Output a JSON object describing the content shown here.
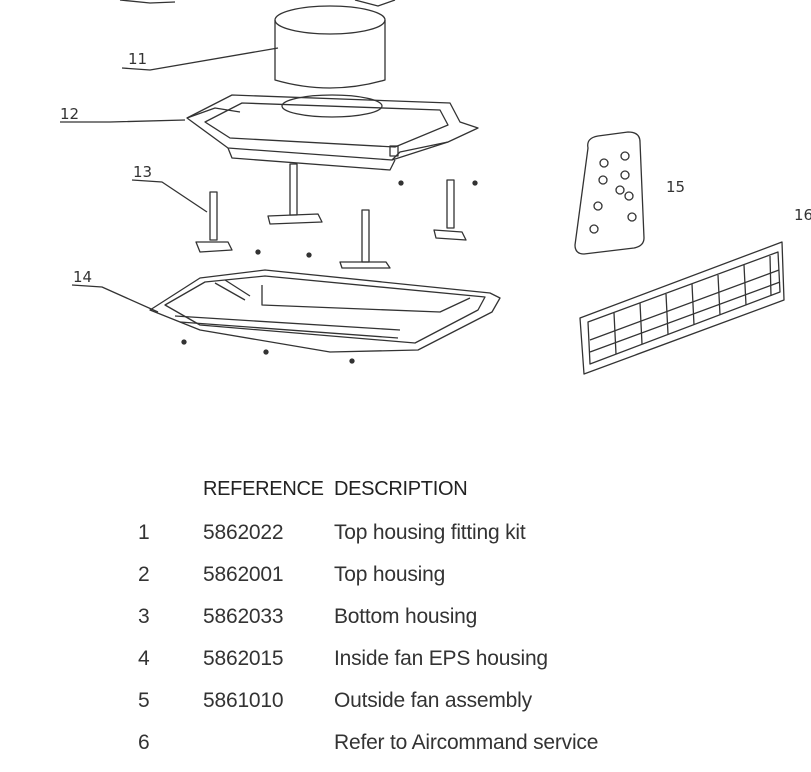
{
  "callouts": {
    "c11": "11",
    "c12": "12",
    "c13": "13",
    "c14": "14",
    "c15": "15",
    "c16": "16"
  },
  "table": {
    "headers": {
      "reference": "REFERENCE",
      "description": "DESCRIPTION"
    },
    "rows": [
      {
        "num": "1",
        "reference": "5862022",
        "description": "Top housing fitting kit"
      },
      {
        "num": "2",
        "reference": "5862001",
        "description": "Top housing"
      },
      {
        "num": "3",
        "reference": "5862033",
        "description": "Bottom housing"
      },
      {
        "num": "4",
        "reference": "5862015",
        "description": "Inside fan EPS housing"
      },
      {
        "num": "5",
        "reference": "5861010",
        "description": "Outside fan assembly"
      },
      {
        "num": "6",
        "reference": "",
        "description": "Refer to Aircommand service"
      }
    ]
  }
}
